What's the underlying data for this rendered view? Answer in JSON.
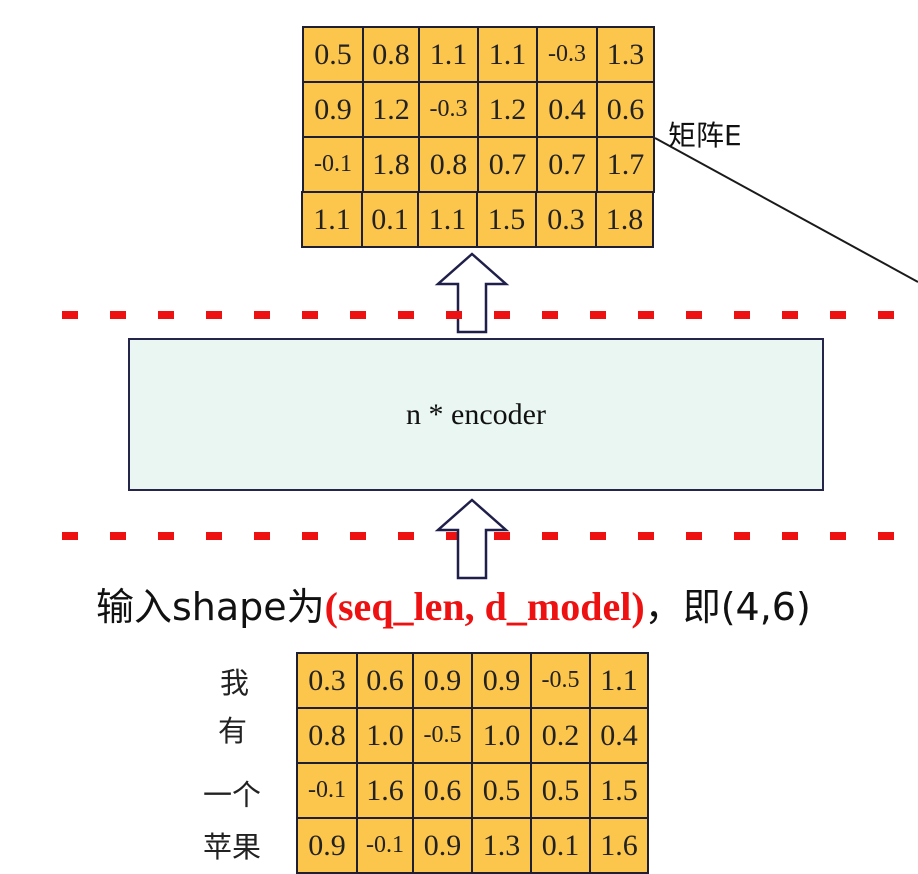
{
  "top_matrix": {
    "label": "矩阵E",
    "rows": [
      [
        "0.5",
        "0.8",
        "1.1",
        "1.1",
        "-0.3",
        "1.3"
      ],
      [
        "0.9",
        "1.2",
        "-0.3",
        "1.2",
        "0.4",
        "0.6"
      ],
      [
        "-0.1",
        "1.8",
        "0.8",
        "0.7",
        "0.7",
        "1.7"
      ],
      [
        "1.1",
        "0.1",
        "1.1",
        "1.5",
        "0.3",
        "1.8"
      ]
    ]
  },
  "encoder": {
    "label": "n * encoder"
  },
  "caption": {
    "prefix": "输入shape为",
    "highlight": "(seq_len, d_model)",
    "comma": "，",
    "suffix": "即(4,6)"
  },
  "input": {
    "words": [
      "我",
      "有",
      "一个",
      "苹果"
    ],
    "rows": [
      [
        "0.3",
        "0.6",
        "0.9",
        "0.9",
        "-0.5",
        "1.1"
      ],
      [
        "0.8",
        "1.0",
        "-0.5",
        "1.0",
        "0.2",
        "0.4"
      ],
      [
        "-0.1",
        "1.6",
        "0.6",
        "0.5",
        "0.5",
        "1.5"
      ],
      [
        "0.9",
        "-0.1",
        "0.9",
        "1.3",
        "0.1",
        "1.6"
      ]
    ]
  },
  "colors": {
    "cell_fill": "#fcc54c",
    "encoder_fill": "#e9f6f2",
    "dashed_line": "#ee1111",
    "highlight_text": "#ee1111"
  }
}
